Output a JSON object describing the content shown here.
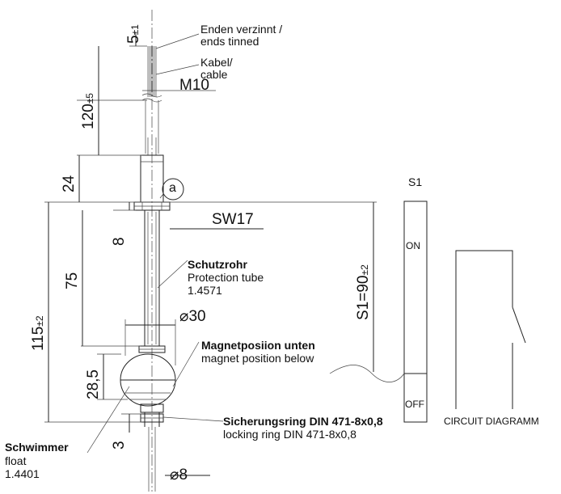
{
  "labels": {
    "ends_de": "Enden verzinnt /",
    "ends_en": "ends tinned",
    "cable_de": "Kabel/",
    "cable_en": "cable",
    "thread": "M10",
    "wrench": "SW17",
    "callout": "a",
    "tube_de": "Schutzrohr",
    "tube_en": "Protection tube",
    "tube_mat": "1.4571",
    "float_dia": "30",
    "magnet_de": "Magnetposiion unten",
    "magnet_en": "magnet position below",
    "ring_de": "Sicherungsring DIN 471-8x0,8",
    "ring_en": "locking ring DIN 471-8x0,8",
    "float_de": "Schwimmer",
    "float_en": "float",
    "float_mat": "1.4401",
    "tube_dia": "8",
    "switch": "S1",
    "on": "ON",
    "off": "OFF",
    "circuit": "CIRCUIT DIAGRAMM",
    "switch_dist": "S1=90",
    "switch_tol": "±2"
  },
  "dimensions": {
    "end_len": "5",
    "end_tol": "±1",
    "cable_len": "120",
    "cable_tol": "±5",
    "d24": "24",
    "d8": "8",
    "d75": "75",
    "total": "115",
    "total_tol": "±2",
    "d28": "28,5",
    "d3": "3"
  }
}
